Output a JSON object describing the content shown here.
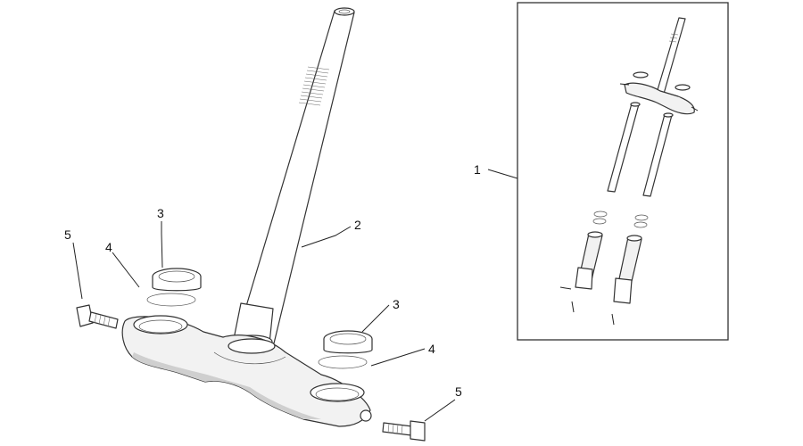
{
  "callouts": [
    {
      "id": "callout-1",
      "label": "1"
    },
    {
      "id": "callout-2",
      "label": "2"
    },
    {
      "id": "callout-3a",
      "label": "3"
    },
    {
      "id": "callout-3b",
      "label": "3"
    },
    {
      "id": "callout-4a",
      "label": "4"
    },
    {
      "id": "callout-4b",
      "label": "4"
    },
    {
      "id": "callout-5a",
      "label": "5"
    },
    {
      "id": "callout-5b",
      "label": "5"
    }
  ]
}
